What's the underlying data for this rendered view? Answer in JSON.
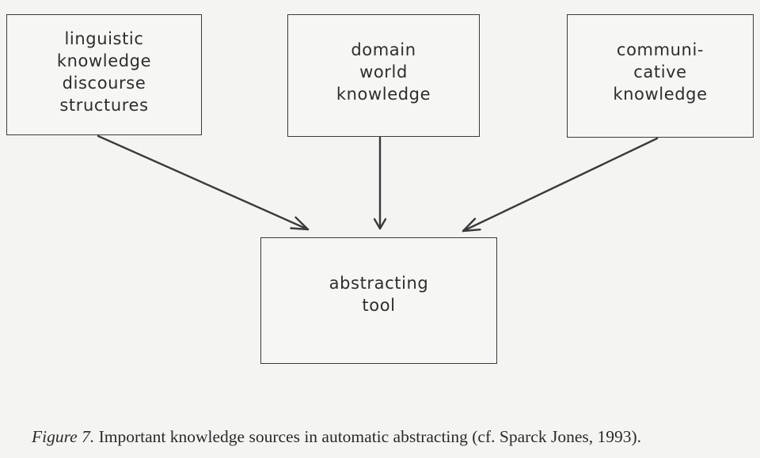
{
  "diagram": {
    "nodes": [
      {
        "id": "linguistic",
        "lines": [
          "linguistic",
          "knowledge",
          "discourse",
          "structures"
        ]
      },
      {
        "id": "domain",
        "lines": [
          "domain",
          "world",
          "knowledge"
        ]
      },
      {
        "id": "communicative",
        "lines": [
          "communi-",
          "cative",
          "knowledge"
        ]
      },
      {
        "id": "abstracting",
        "lines": [
          "abstracting",
          "tool"
        ]
      }
    ],
    "edges": [
      {
        "from": "linguistic",
        "to": "abstracting"
      },
      {
        "from": "domain",
        "to": "abstracting"
      },
      {
        "from": "communicative",
        "to": "abstracting"
      }
    ]
  },
  "caption": {
    "figure_label": "Figure 7.",
    "text": "Important knowledge sources in automatic abstracting (cf.  Sparck Jones, 1993)."
  }
}
